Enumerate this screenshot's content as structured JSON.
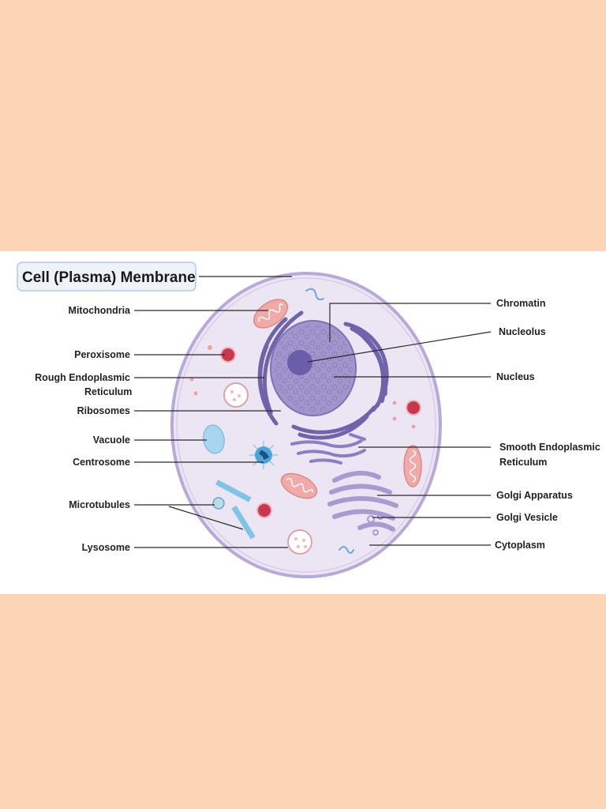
{
  "title": "Cell (Plasma) Membrane",
  "labels": {
    "mitochondria": "Mitochondria",
    "peroxisome": "Peroxisome",
    "rough_er_1": "Rough Endoplasmic",
    "rough_er_2": "Reticulum",
    "ribosomes": "Ribosomes",
    "vacuole": "Vacuole",
    "centrosome": "Centrosome",
    "microtubules": "Microtubules",
    "lysosome": "Lysosome",
    "chromatin": "Chromatin",
    "nucleolus": "Nucleolus",
    "nucleus": "Nucleus",
    "smooth_er_1": "Smooth Endoplasmic",
    "smooth_er_2": "Reticulum",
    "golgi_apparatus": "Golgi Apparatus",
    "golgi_vesicle": "Golgi Vesicle",
    "cytoplasm": "Cytoplasm"
  },
  "colors": {
    "page_background": "#fbd5b5",
    "panel_background": "#ffffff",
    "cell_fill": "#ece6f4",
    "membrane": "#b9a9d8",
    "nucleus": "#a196cc",
    "nucleolus": "#6b5ea8",
    "er": "#6f64aa",
    "mitochondria": "#f2aaa8",
    "peroxisome": "#c8384d",
    "vacuole": "#a8d6ee",
    "centrosome": "#4aa8d8",
    "microtubule": "#7fc4e4",
    "golgi": "#a99ad0"
  }
}
